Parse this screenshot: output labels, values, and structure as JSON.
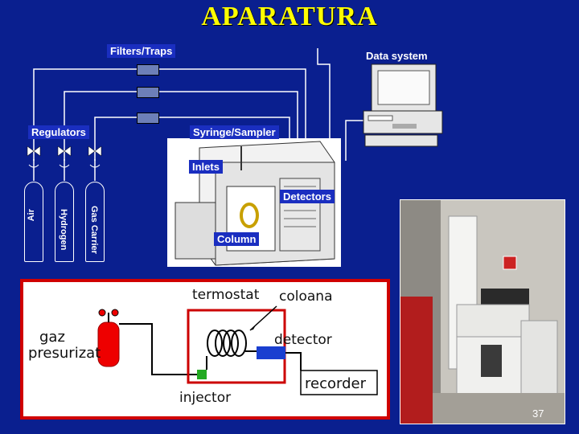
{
  "title": "APARATURA",
  "labels": {
    "filters_traps": "Filters/Traps",
    "data_system": "Data system",
    "regulators": "Regulators",
    "syringe_sampler": "Syringe/Sampler",
    "inlets": "Inlets",
    "detectors": "Detectors",
    "column": "Column",
    "air": "Air",
    "hydrogen": "Hydrogen",
    "gas_carrier": "Gas Carrier"
  },
  "schematic": {
    "termostat": "termostat",
    "coloana": "coloana",
    "gaz_line1": "gaz",
    "gaz_line2": "presurizat",
    "detector": "detector",
    "recorder": "recorder",
    "injector": "injector"
  },
  "page_number": "37",
  "colors": {
    "background": "#0a1f8f",
    "title": "#ffff00",
    "schematic_border": "#d00000",
    "tube_green": "#22aa22",
    "detector_blue": "#1a3fd0"
  }
}
